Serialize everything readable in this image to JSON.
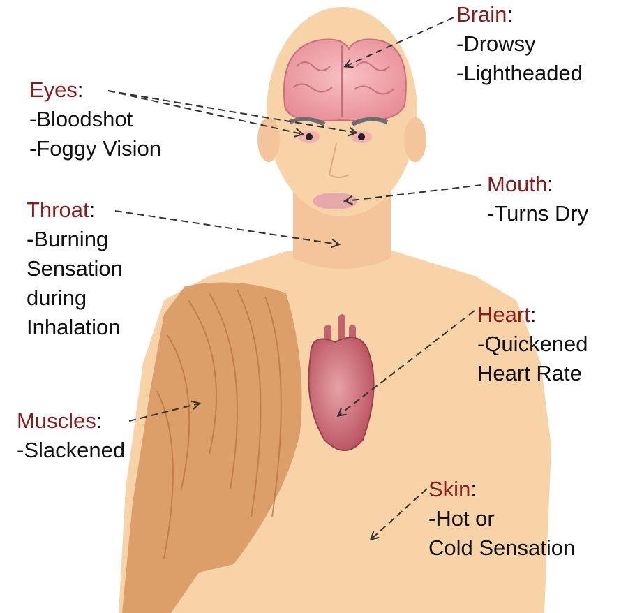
{
  "colors": {
    "label_title": "#8b1a1a",
    "label_text": "#111111",
    "skin": "#f8d3a8",
    "muscle": "#d8955e",
    "brain": "#f2a7ad",
    "heart": "#c96a72",
    "arrow": "#333333"
  },
  "labels": {
    "brain": {
      "title": "Brain",
      "colon": ":",
      "lines": [
        "-Drowsy",
        "-Lightheaded"
      ]
    },
    "eyes": {
      "title": "Eyes",
      "colon": ":",
      "lines": [
        "-Bloodshot",
        "-Foggy Vision"
      ]
    },
    "mouth": {
      "title": "Mouth",
      "colon": ":",
      "lines": [
        "-Turns Dry"
      ]
    },
    "throat": {
      "title": "Throat",
      "colon": ":",
      "lines": [
        "-Burning",
        "Sensation",
        "during",
        "Inhalation"
      ]
    },
    "heart": {
      "title": "Heart",
      "colon": ":",
      "lines": [
        "-Quickened",
        "Heart Rate"
      ]
    },
    "muscles": {
      "title": "Muscles",
      "colon": ":",
      "lines": [
        "-Slackened"
      ]
    },
    "skin": {
      "title": "Skin",
      "colon": ":",
      "lines": [
        "-Hot or",
        "Cold Sensation"
      ]
    }
  }
}
